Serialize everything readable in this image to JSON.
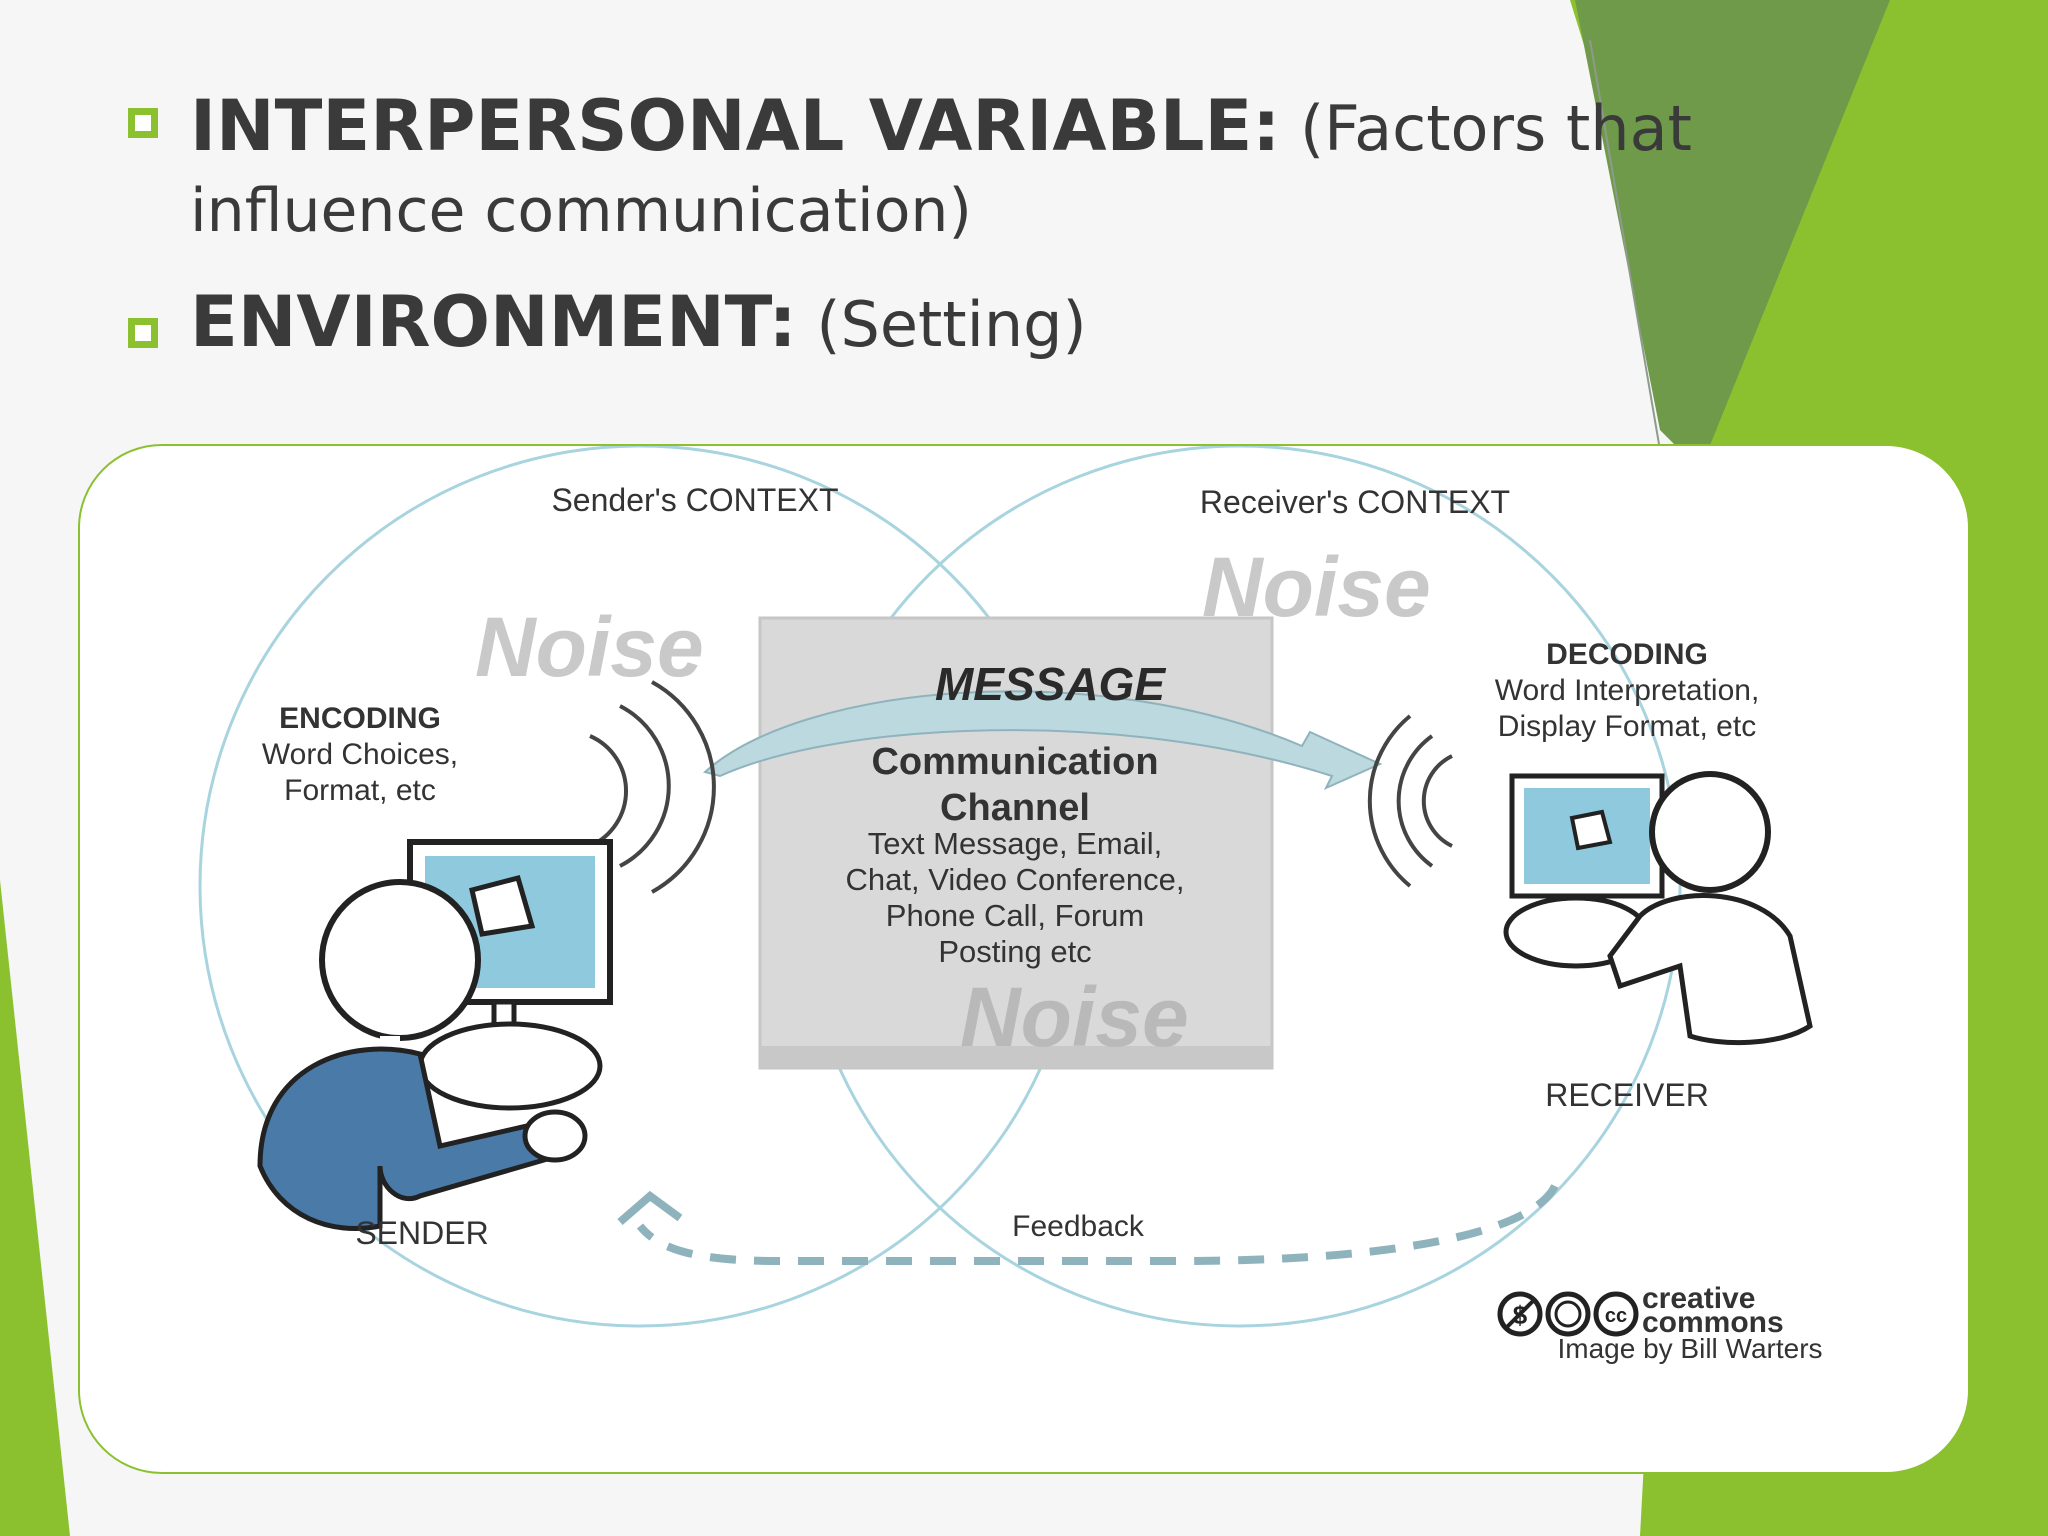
{
  "bullets": [
    {
      "term": "INTERPERSONAL VARIABLE:",
      "paren_line1": "(Factors that",
      "line2": "influence communication)"
    },
    {
      "term": "ENVIRONMENT:",
      "paren": "(Setting)"
    }
  ],
  "diagram": {
    "sender_context": "Sender's CONTEXT",
    "receiver_context": "Receiver's CONTEXT",
    "noise_label": "Noise",
    "encoding_title": "ENCODING",
    "encoding_line1": "Word Choices,",
    "encoding_line2": "Format, etc",
    "message": "MESSAGE",
    "channel_title_1": "Communication",
    "channel_title_2": "Channel",
    "channel_line1": "Text Message, Email,",
    "channel_line2": "Chat, Video Conference,",
    "channel_line3": "Phone Call, Forum",
    "channel_line4": "Posting etc",
    "decoding_title": "DECODING",
    "decoding_line1": "Word Interpretation,",
    "decoding_line2": "Display Format, etc",
    "sender": "SENDER",
    "receiver": "RECEIVER",
    "feedback": "Feedback",
    "cc_line1": "creative",
    "cc_line2": "commons",
    "credit": "Image by Bill Warters"
  },
  "colors": {
    "accent_green": "#8bc12f",
    "dark_green": "#6e9a4a",
    "sender_blue": "#4a7aa8",
    "screen_blue": "#8fc9de",
    "circle_stroke": "#a8d4e0"
  }
}
